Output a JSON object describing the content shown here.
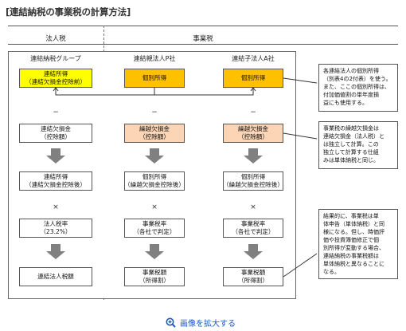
{
  "title": "[連結納税の事業税の計算方法]",
  "columns": {
    "corporate_tax": "法人税",
    "enterprise_tax": "事業税"
  },
  "entities": {
    "group": "連結納税グループ",
    "parent": "連結親法人P社",
    "child": "連結子法人A社"
  },
  "operators": {
    "minus": "−",
    "times": "×"
  },
  "rows": {
    "row1": {
      "group": [
        "連結所得",
        "（連結欠損金控除前）"
      ],
      "parent": [
        "個別所得"
      ],
      "child": [
        "個別所得"
      ]
    },
    "row2": {
      "group": [
        "連結欠損金",
        "（控除額）"
      ],
      "parent": [
        "繰越欠損金",
        "（控除額）"
      ],
      "child": [
        "繰越欠損金",
        "（控除額）"
      ]
    },
    "row3": {
      "group": [
        "連結所得",
        "（連結欠損金控除後）"
      ],
      "parent": [
        "個別所得",
        "（繰越欠損金控除後）"
      ],
      "child": [
        "個別所得",
        "（繰越欠損金控除後）"
      ]
    },
    "row4": {
      "group": [
        "法人税率",
        "（23.2%）"
      ],
      "parent": [
        "事業税率",
        "（各社で判定）"
      ],
      "child": [
        "事業税率",
        "（各社で判定）"
      ]
    },
    "row5": {
      "group": [
        "連結法人税額"
      ],
      "parent": [
        "事業税額",
        "（所得割）"
      ],
      "child": [
        "事業税額",
        "（所得割）"
      ]
    }
  },
  "notes": [
    [
      "各連結法人の個別所得",
      "（別表4の2付表）を使う。",
      "また、ここの個別所得は、",
      "付加価値割の単年度損",
      "益にも使用する。"
    ],
    [
      "事業税の繰越欠損金は",
      "連結欠損金（法人税）と",
      "は独立して計算。この",
      "独立して計算する仕組",
      "みは単体納税と同じ。"
    ],
    [
      "結果的に、事業税は単",
      "体申告（単体納税）と同",
      "様になる。但し、時価評",
      "価や投資簿価修正で個",
      "別所得が変動する場合、",
      "連結納税の事業税額は",
      "単体納税と異なることに",
      "なる。"
    ]
  ],
  "footer": {
    "link_label": "画像を拡大する"
  },
  "colors": {
    "yellow": "#ffff00",
    "orange": "#ffc000",
    "peach": "#fbd5b5",
    "arrow_gray": "#808080",
    "link": "#1a55c4"
  }
}
